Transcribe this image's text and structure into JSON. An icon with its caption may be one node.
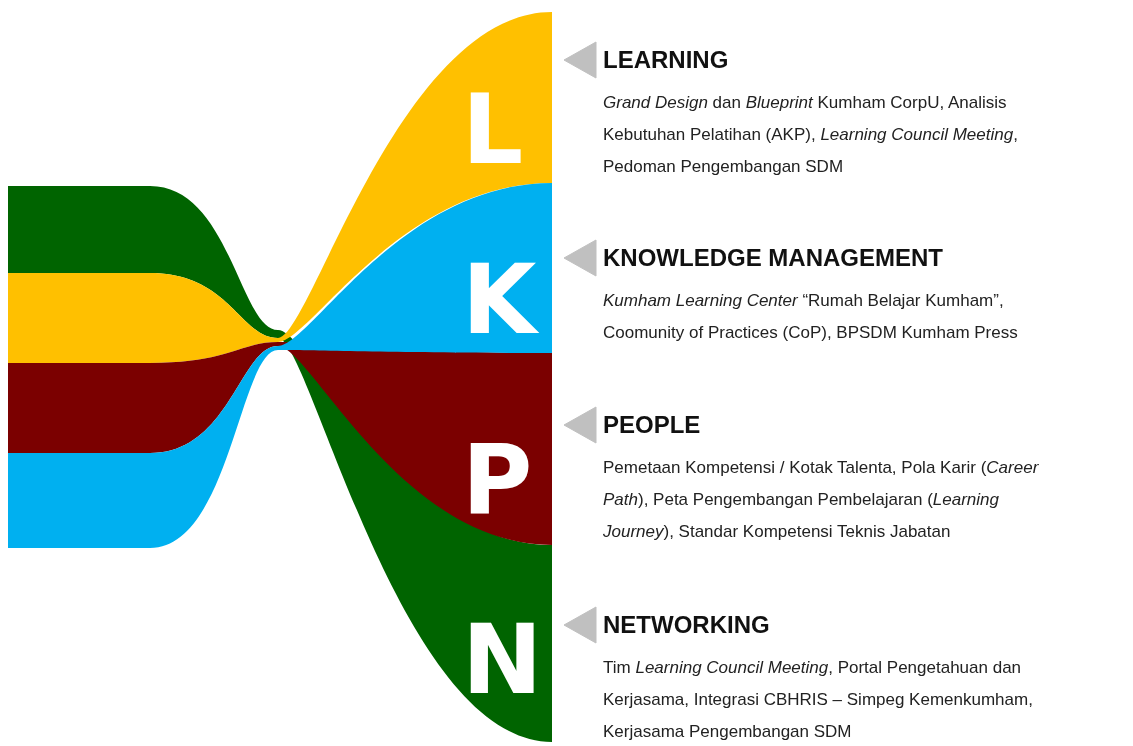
{
  "diagram": {
    "nodes": [
      {
        "text": [
          "L"
        ]
      },
      {
        "text": [
          "K"
        ]
      },
      {
        "text": [
          "P"
        ]
      },
      {
        "text": [
          "N"
        ]
      },
      {
        "text": [
          "LEARNING",
          "*Grand Design* dan *Blueprint* Kumham CorpU, Analisis Kebutuhan Pelatihan (AKP), *Learning Council Meeting*, Pedoman Pengembangan SDM"
        ]
      },
      {
        "text": [
          "KNOWLEDGE MANAGEMENT",
          "*Kumham Learning Center* “Rumah Belajar Kumham”, Coomunity of Practices (CoP), BPSDM Kumham Press"
        ]
      },
      {
        "text": [
          "PEOPLE",
          "Pemetaan Kompetensi / Kotak Talenta, Pola Karir (*Career Path*), Peta Pengembangan Pembelajaran (*Learning Journey*), Standar Kompetensi Teknis Jabatan"
        ]
      },
      {
        "text": [
          "NETWORKING",
          "Tim *Learning Council Meeting*, Portal Pengetahuan dan Kerjasama, Integrasi CBHRIS – Simpeg Kemenkumham, Kerjasama Pengembangan SDM"
        ]
      }
    ],
    "edges": [
      {
        "from": 4,
        "to": 0,
        "arrow": "to"
      },
      {
        "from": 5,
        "to": 1,
        "arrow": "to"
      },
      {
        "from": 6,
        "to": 2,
        "arrow": "to"
      },
      {
        "from": 7,
        "to": 3,
        "arrow": "to"
      }
    ]
  }
}
